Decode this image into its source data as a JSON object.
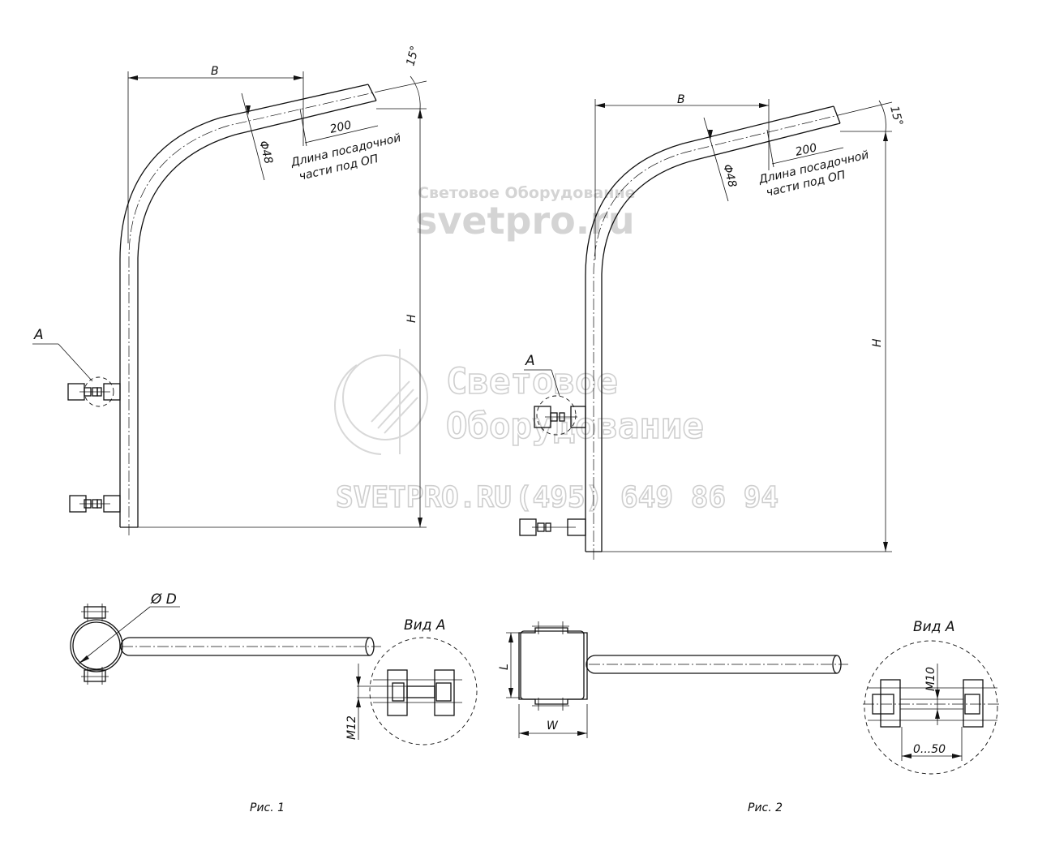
{
  "labels": {
    "dim_b": "B",
    "dim_h": "H",
    "angle": "15°",
    "len_200": "200",
    "dia_48": "Φ48",
    "note_line1": "Длина посадочной",
    "note_line2": "части под ОП",
    "callout_a": "A",
    "dia_d": "Ø D",
    "view_a": "Вид A",
    "thread_m12": "M12",
    "thread_m10": "M10",
    "range": "0...50",
    "dim_l": "L",
    "dim_w": "W"
  },
  "captions": {
    "fig1": "Рис. 1",
    "fig2": "Рис. 2"
  },
  "watermark": {
    "top_line1": "Световое Оборудование",
    "top_line2": "svetpro.ru",
    "center_line1": "Световое",
    "center_line2": "Оборудование",
    "site": "SVETPRO.RU",
    "phone": "(495) 649 86 94"
  }
}
